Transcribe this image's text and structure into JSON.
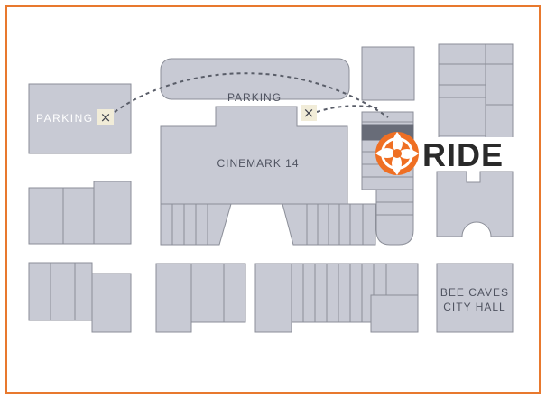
{
  "labels": {
    "parking_left": "PARKING",
    "parking_center": "PARKING",
    "cinemark": "CINEMARK 14",
    "city_hall_line1": "BEE CAVES",
    "city_hall_line2": "CITY HALL"
  },
  "logo": {
    "text": "RIDE",
    "icon": "swirl-logo-icon"
  },
  "markers": [
    {
      "name": "parking-left-marker",
      "icon": "close-icon",
      "glyph": "×"
    },
    {
      "name": "parking-center-marker",
      "icon": "close-icon",
      "glyph": "×"
    }
  ],
  "colors": {
    "frame": "#e8792e",
    "building": "#c8cad4",
    "building_stroke": "#8b8e98",
    "accent_block": "#686c78",
    "route": "#595d68",
    "marker_bg": "#f1ecd8",
    "logo_orange": "#ef6f23",
    "logo_text": "#2a2a2a"
  }
}
